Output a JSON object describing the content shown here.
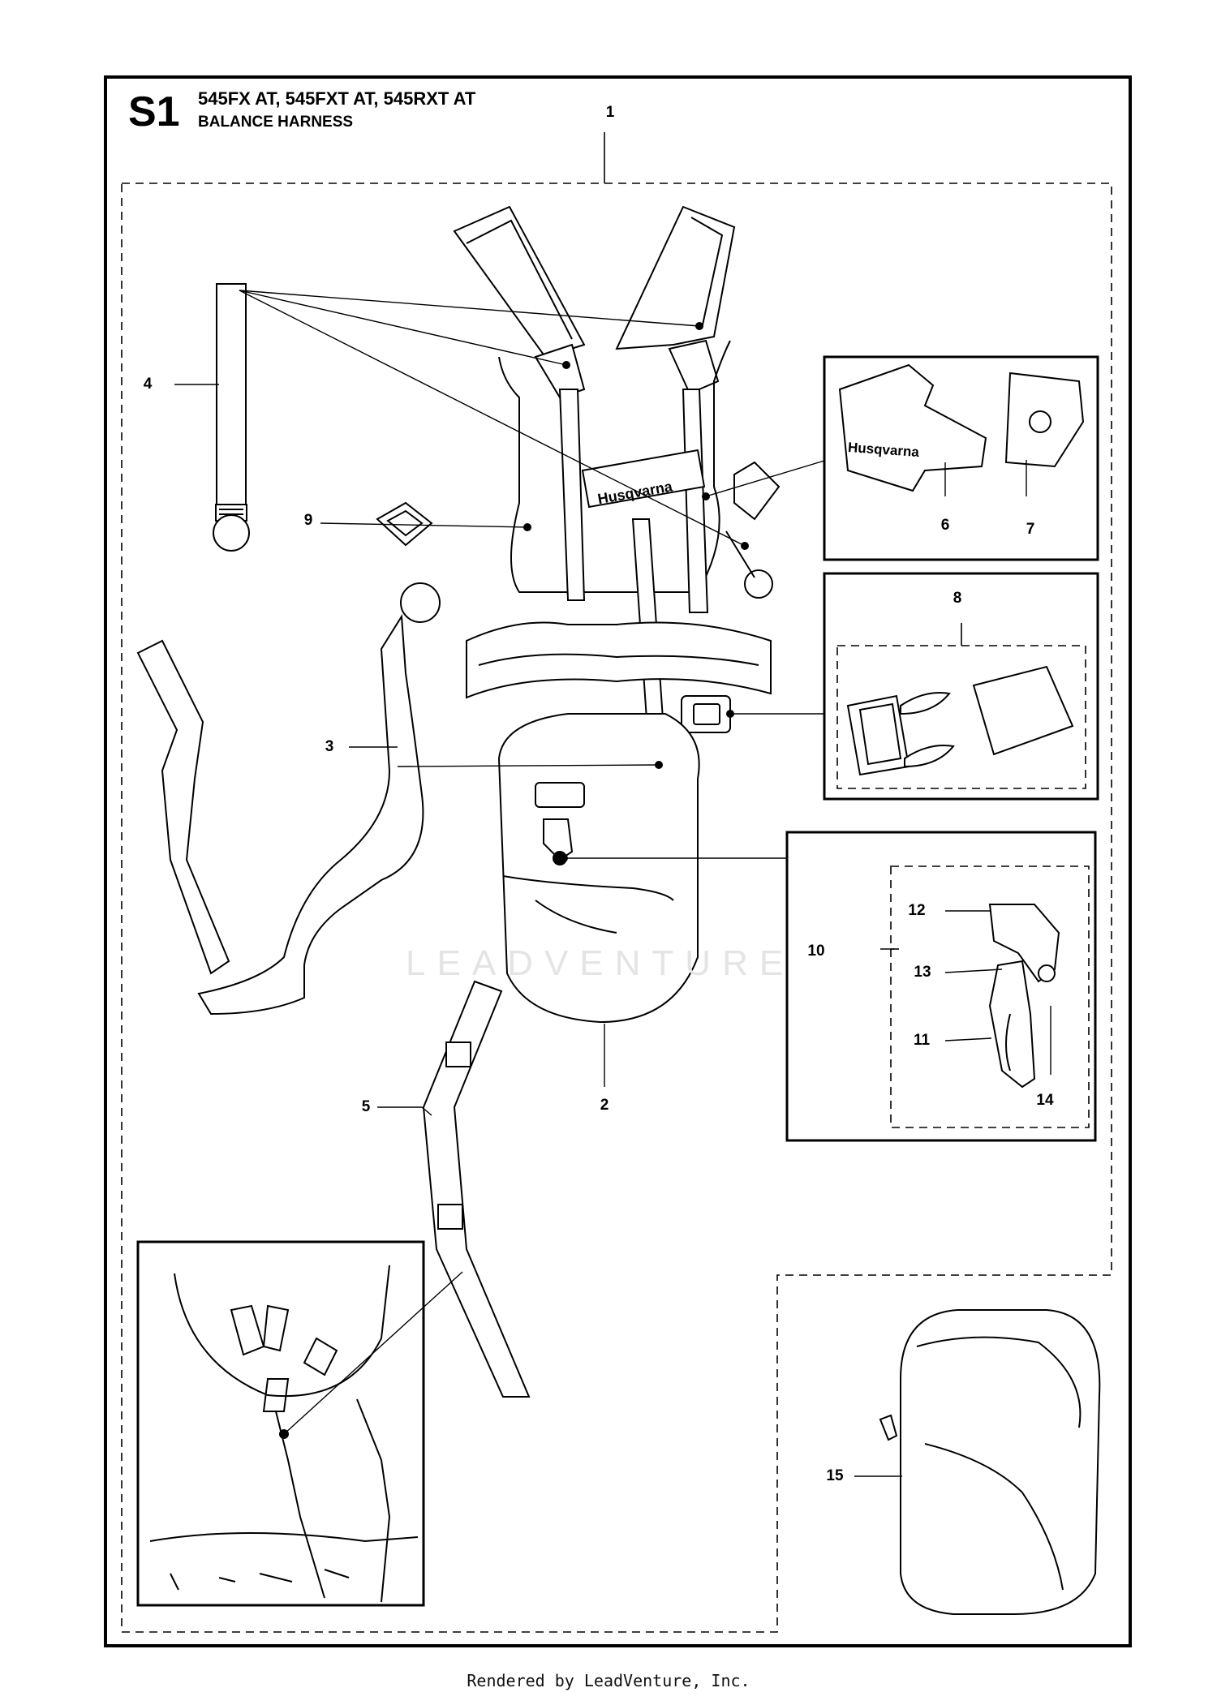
{
  "header": {
    "section_code": "S1",
    "models": "545FX AT, 545FXT AT, 545RXT AT",
    "subtitle": "BALANCE HARNESS"
  },
  "callouts": {
    "c1": "1",
    "c2": "2",
    "c3": "3",
    "c4": "4",
    "c5": "5",
    "c6": "6",
    "c7": "7",
    "c8": "8",
    "c9": "9",
    "c10": "10",
    "c11": "11",
    "c12": "12",
    "c13": "13",
    "c14": "14",
    "c15": "15"
  },
  "brand_marks": {
    "harness_logo": "Husqvarna",
    "pad_logo": "Husqvarna"
  },
  "watermark": "LEADVENTURE",
  "footer": "Rendered by LeadVenture, Inc."
}
